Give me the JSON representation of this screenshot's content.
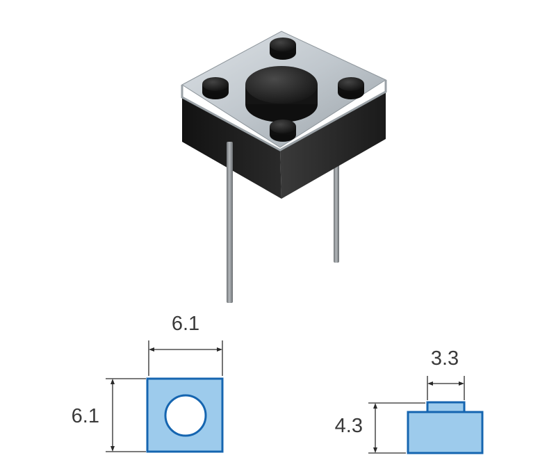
{
  "colors": {
    "drawing_fill": "#9dcbec",
    "drawing_stroke": "#1565b0",
    "body_dark": "#1d1d1d",
    "body_top": "#c3c9ce",
    "leg": "#8b8f92",
    "dimension_line": "#2a2a2a",
    "dimension_text": "#3a3a3a"
  },
  "component": {
    "icon": "tactile-switch-icon"
  },
  "top_view": {
    "width_label": "6.1",
    "height_label": "6.1"
  },
  "side_view": {
    "actuator_width_label": "3.3",
    "height_label": "4.3"
  }
}
